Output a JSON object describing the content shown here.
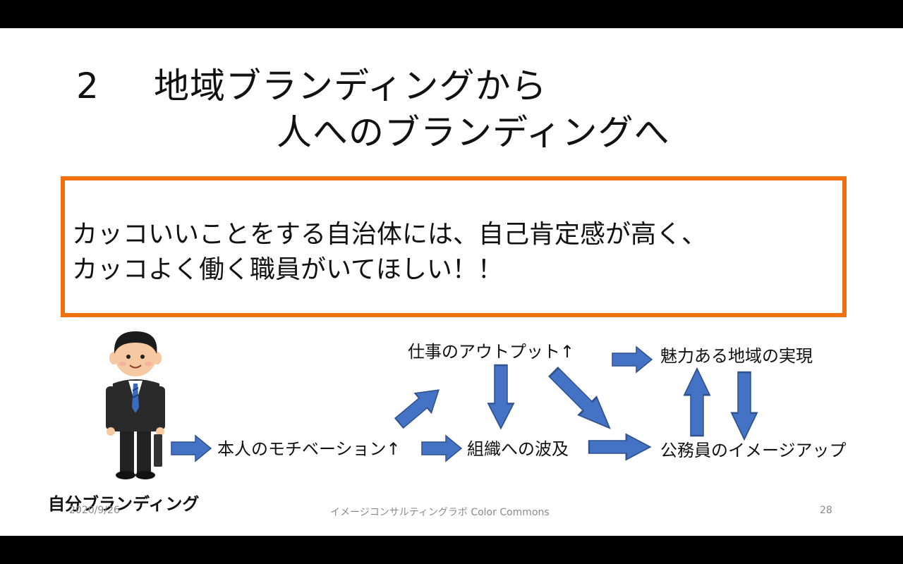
{
  "slide": {
    "title_number": "2",
    "title_line1": "地域ブランディングから",
    "title_line2": "人へのブランディングへ",
    "message_line1": "カッコいいことをする自治体には、自己肯定感が高く、",
    "message_line2": "カッコよく働く職員がいてほしい！！",
    "self_branding_label": "自分ブランディング",
    "nodes": {
      "motivation": "本人のモチベーション↑",
      "work_output": "仕事のアウトプット↑",
      "organization": "組織への波及",
      "attractive_region": "魅力ある地域の実現",
      "staff_image": "公務員のイメージアップ"
    },
    "footer": {
      "date": "2020/9/26",
      "center": "イメージコンサルティングラボ Color Commons",
      "page": "28"
    }
  },
  "colors": {
    "box_border": "#F07010",
    "arrow_fill": "#4472C4",
    "arrow_stroke": "#2F528F"
  }
}
